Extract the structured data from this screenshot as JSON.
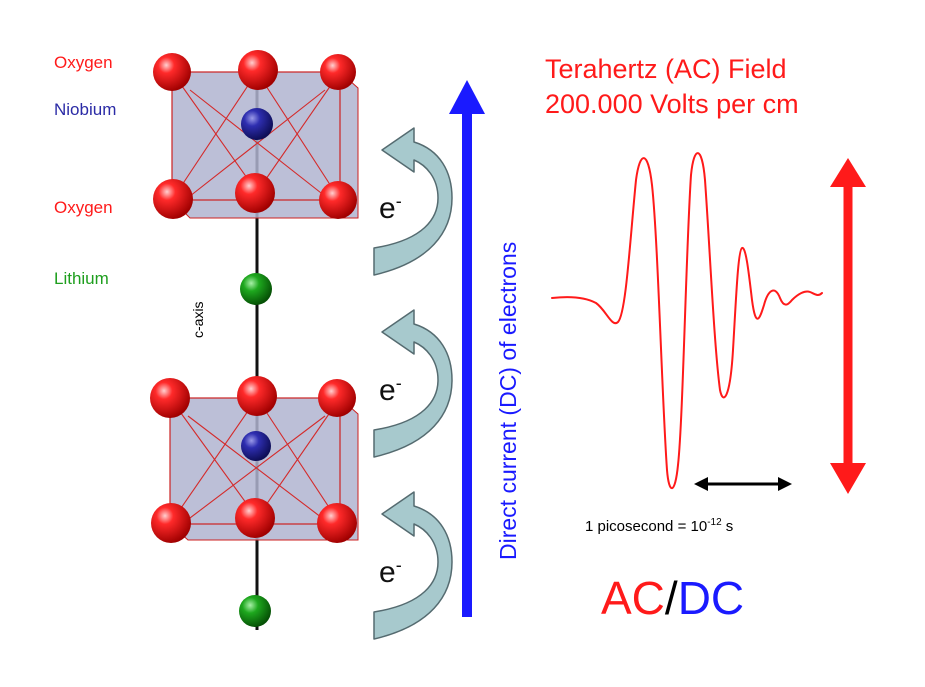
{
  "atoms": {
    "oxygen_top": "Oxygen",
    "niobium": "Niobium",
    "oxygen_bottom": "Oxygen",
    "lithium": "Lithium"
  },
  "axis_label": "c-axis",
  "electron": {
    "symbol": "e",
    "charge": "-"
  },
  "dc_label": "Direct current (DC) of electrons",
  "thz": {
    "title": "Terahertz (AC) Field",
    "subtitle": "200.000 Volts per cm"
  },
  "timescale": {
    "prefix": "1 picosecond = 10",
    "exponent": "-12",
    "unit": " s"
  },
  "acdc": {
    "ac": "AC",
    "sep": "/",
    "dc": "DC"
  },
  "colors": {
    "oxygen": "#ff1a1a",
    "niobium": "#2b2ba6",
    "lithium": "#1e9e1e",
    "dc_blue": "#1a1aff",
    "ac_red": "#ff1a1a",
    "octahedron_fill": "#b0b4d0",
    "curl_arrow": "#9fc4c8"
  },
  "icons": {
    "electron_flow": "curved-arrow-icon",
    "field_direction": "double-arrow-icon"
  }
}
